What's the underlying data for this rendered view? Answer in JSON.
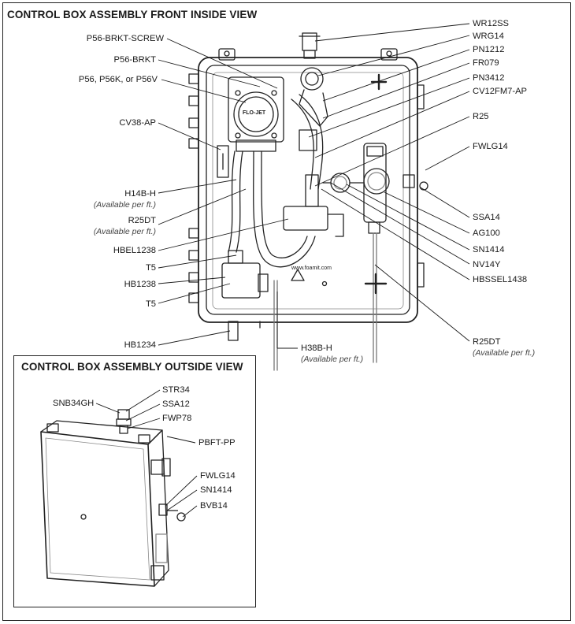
{
  "front": {
    "title": "CONTROL BOX ASSEMBLY FRONT INSIDE VIEW",
    "left_labels": {
      "p56_brkt_screw": "P56-BRKT-SCREW",
      "p56_brkt": "P56-BRKT",
      "p56_variants": "P56, P56K, or P56V",
      "cv38_ap": "CV38-AP",
      "h14b_h": "H14B-H",
      "h14b_h_note": "(Available per ft.)",
      "r25dt": "R25DT",
      "r25dt_note": "(Available per ft.)",
      "hbel1238": "HBEL1238",
      "t5_upper": "T5",
      "hb1238": "HB1238",
      "t5_lower": "T5",
      "hb1234": "HB1234"
    },
    "right_labels": {
      "wr12ss": "WR12SS",
      "wrg14": "WRG14",
      "pn1212": "PN1212",
      "fr079": "FR079",
      "pn3412": "PN3412",
      "cv12fm7_ap": "CV12FM7-AP",
      "r25": "R25",
      "fwlg14": "FWLG14",
      "ssa14": "SSA14",
      "ag100": "AG100",
      "sn1414": "SN1414",
      "nv14y": "NV14Y",
      "hbssel1438": "HBSSEL1438",
      "r25dt": "R25DT",
      "r25dt_note": "(Available per ft.)"
    },
    "bottom_labels": {
      "h38b_h": "H38B-H",
      "h38b_h_note": "(Available per ft.)"
    },
    "pump_brand": "FLO-JET",
    "url_text": "www.foamit.com"
  },
  "outside": {
    "title": "CONTROL BOX ASSEMBLY OUTSIDE VIEW",
    "labels": {
      "snb34gh": "SNB34GH",
      "str34": "STR34",
      "ssa12": "SSA12",
      "fwp78": "FWP78",
      "pbft_pp": "PBFT-PP",
      "fwlg14": "FWLG14",
      "sn1414": "SN1414",
      "bvb14": "BVB14"
    }
  }
}
